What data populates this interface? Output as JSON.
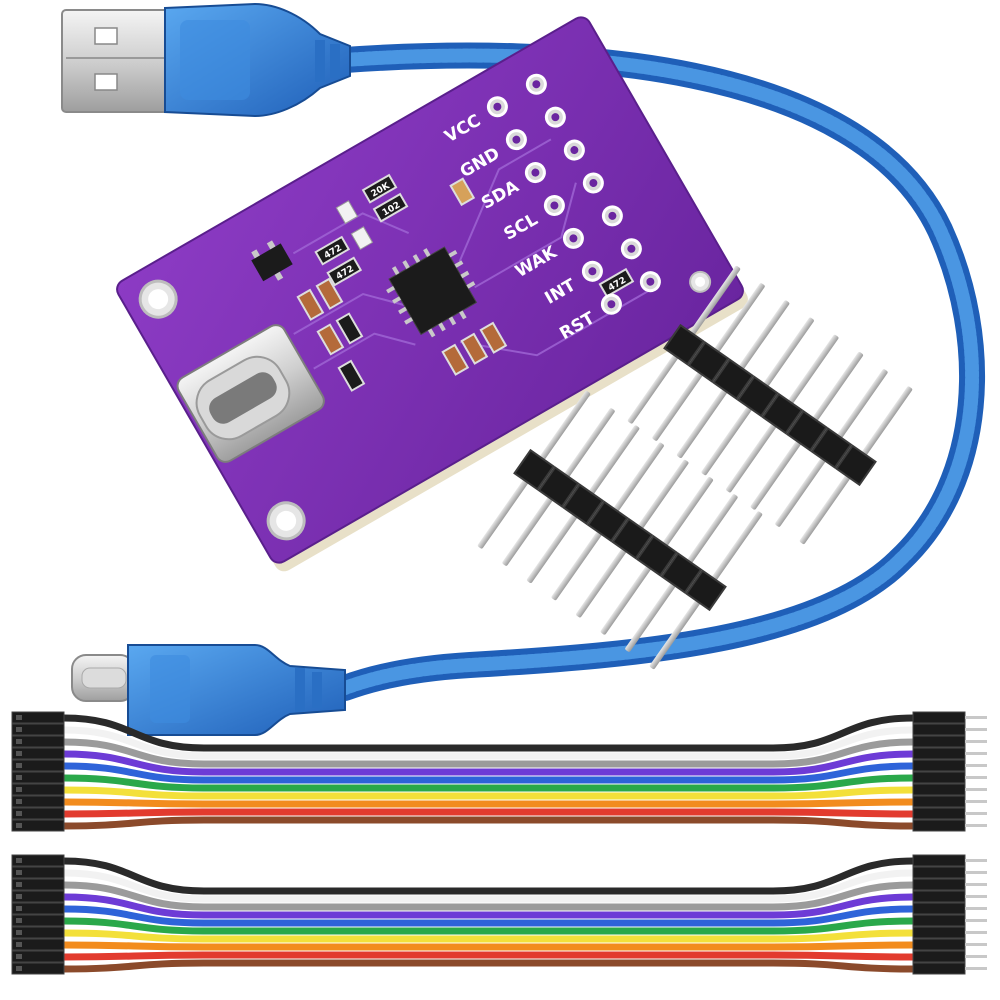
{
  "product_photo": {
    "board": {
      "pin_labels": [
        "VCC",
        "GND",
        "SDA",
        "SCL",
        "WAK",
        "INT",
        "RST"
      ],
      "resistor_codes": [
        "20K",
        "102",
        "472",
        "472",
        "472"
      ],
      "board_color": "#7b2fb3"
    },
    "cable": {
      "color": "#2f7fd8",
      "connectors": [
        "usb-a",
        "usb-c"
      ]
    },
    "header_strips": {
      "count": 2,
      "pins_per_strip": 8
    },
    "ribbon_cables": {
      "count": 2,
      "wire_colors": [
        "#2a2a2a",
        "#ffffff",
        "#9b9b9b",
        "#6d3bd6",
        "#2e63d9",
        "#2aa84a",
        "#f3e03a",
        "#f28c1e",
        "#e23b2e",
        "#8b4a2b"
      ]
    }
  }
}
